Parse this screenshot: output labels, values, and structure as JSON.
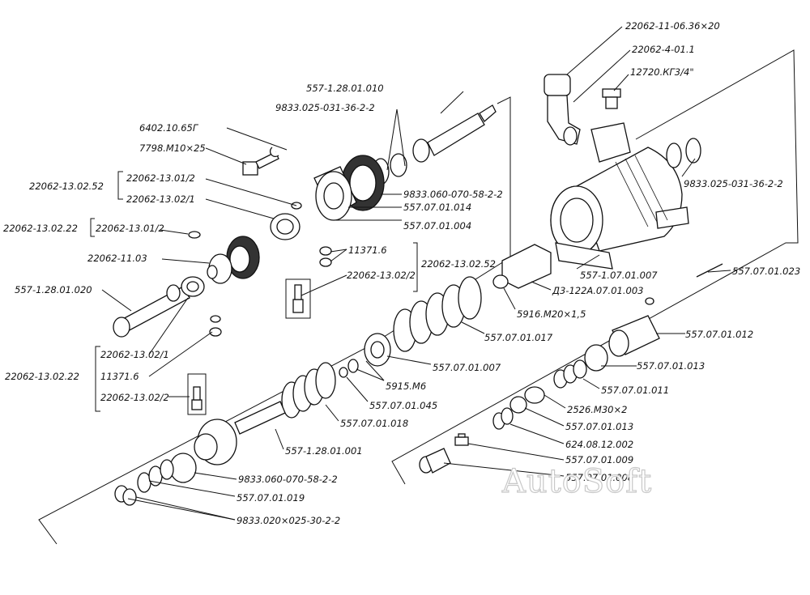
{
  "labels": {
    "l_22062_11_06_36x20": "22062-11-06.36×20",
    "l_22062_4_01_1": "22062-4-01.1",
    "l_12720_kg": "12720.КГ3/4\"",
    "l_557_1_28_01_010": "557-1.28.01.010",
    "l_9833_025_031_36_2_2_a": "9833.025-031-36-2-2",
    "l_6402_10_65g": "6402.10.65Г",
    "l_7798_m10x25": "7798.М10×25",
    "l_22062_13_02_52_a": "22062-13.02.52",
    "l_22062_13_01_2_a": "22062-13.01/2",
    "l_22062_13_02_1_a": "22062-13.02/1",
    "l_9833_060_070_58_2_2_a": "9833.060-070-58-2-2",
    "l_557_07_01_014": "557.07.01.014",
    "l_557_07_01_004": "557.07.01.004",
    "l_22062_13_02_22_a": "22062-13.02.22",
    "l_22062_13_01_2_b": "22062-13.01/2",
    "l_22062_11_03": "22062-11.03",
    "l_11371_6_a": "11371.6",
    "l_22062_13_02_52_b": "22062-13.02.52",
    "l_22062_13_02_2_a": "22062-13.02/2",
    "l_557_1_28_01_020": "557-1.28.01.020",
    "l_9833_025_031_36_2_2_b": "9833.025-031-36-2-2",
    "l_557_1_07_01_007": "557-1.07.01.007",
    "l_d3_122a": "Д3-122А.07.01.003",
    "l_557_07_01_023": "557.07.01.023",
    "l_5916_m20x1_5": "5916.М20×1,5",
    "l_557_07_01_017": "557.07.01.017",
    "l_557_07_01_012": "557.07.01.012",
    "l_557_07_01_007": "557.07.01.007",
    "l_557_07_01_013_a": "557.07.01.013",
    "l_22062_13_02_1_b": "22062-13.02/1",
    "l_22062_13_02_22_b": "22062-13.02.22",
    "l_11371_6_b": "11371.6",
    "l_22062_13_02_2_b": "22062-13.02/2",
    "l_5915_m6": "5915.М6",
    "l_557_07_01_011": "557.07.01.011",
    "l_557_07_01_045": "557.07.01.045",
    "l_2526_m30x2": "2526.М30×2",
    "l_557_07_01_018": "557.07.01.018",
    "l_557_07_01_013_b": "557.07.01.013",
    "l_624_08_12_002": "624.08.12.002",
    "l_557_1_28_01_001": "557-1.28.01.001",
    "l_557_07_01_009": "557.07.01.009",
    "l_9833_060_070_58_2_2_b": "9833.060-070-58-2-2",
    "l_557_07_01_008": "557.07.01.008",
    "l_557_07_01_019": "557.07.01.019",
    "l_9833_020x025_30_2_2": "9833.020×025-30-2-2"
  },
  "watermark": "AutoSoft",
  "colors": {
    "line": "#111111",
    "watermark": "#c8c8c8",
    "background": "#ffffff"
  }
}
